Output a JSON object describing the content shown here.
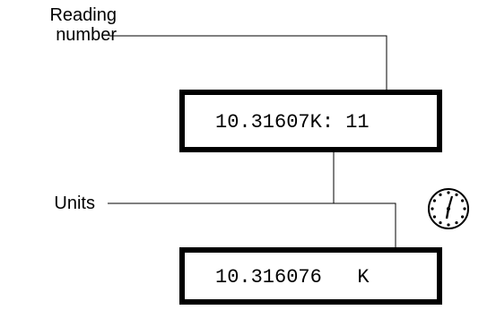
{
  "callouts": {
    "reading_number": "Reading\nnumber",
    "units": "Units"
  },
  "displays": {
    "top": "10.31607K: 11",
    "bottom": "10.316076   K"
  },
  "icons": {
    "clock": "clock-icon"
  }
}
